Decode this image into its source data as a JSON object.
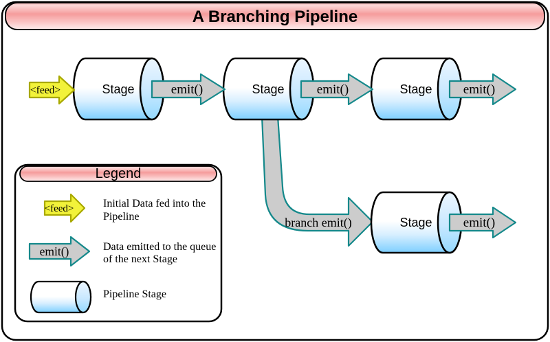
{
  "title": "A Branching Pipeline",
  "pipeline": {
    "feed_label": "<feed>",
    "branch_label": "branch emit()",
    "stages": [
      {
        "label": "Stage"
      },
      {
        "label": "Stage"
      },
      {
        "label": "Stage"
      },
      {
        "label": "Stage"
      }
    ],
    "emits": [
      {
        "label": "emit()"
      },
      {
        "label": "emit()"
      },
      {
        "label": "emit()"
      },
      {
        "label": "emit()"
      }
    ]
  },
  "legend": {
    "title": "Legend",
    "items": [
      {
        "symbol": "<feed>",
        "lines": [
          "Initial Data fed into the",
          "Pipeline"
        ]
      },
      {
        "symbol": "emit()",
        "lines": [
          "Data emitted to the queue",
          "of the next Stage"
        ]
      },
      {
        "symbol": "cylinder",
        "lines": [
          "Pipeline Stage",
          ""
        ]
      }
    ]
  },
  "colors": {
    "pink_gradient": [
      "#f9bcbc",
      "#fcd9d9",
      "#f59c9c",
      "#fbcaca",
      "#fdeeee"
    ],
    "cylinder_gradient": [
      "#ffffff",
      "#ffffff",
      "#d8efff",
      "#7dcfff"
    ],
    "cap_gradient": [
      "#ecf6ff",
      "#c8e8ff",
      "#93d9ff"
    ],
    "arrow_gray": "#cccccc",
    "arrow_teal": "#15898b",
    "feed_yellow": "#f2f23a",
    "feed_olive": "#a9a900",
    "outline": "#000000",
    "background": "#ffffff"
  }
}
